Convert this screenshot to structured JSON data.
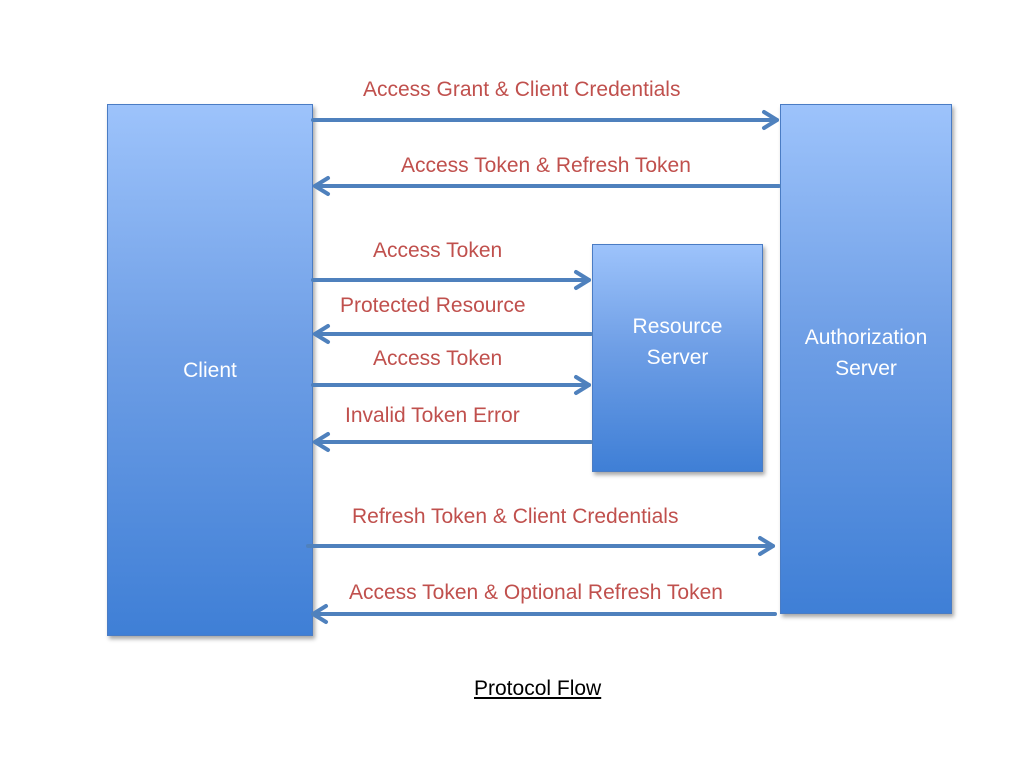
{
  "nodes": {
    "client": "Client",
    "resource_server": {
      "line1": "Resource",
      "line2": "Server"
    },
    "authorization_server": {
      "line1": "Authorization",
      "line2": "Server"
    }
  },
  "messages": [
    "Access Grant & Client Credentials",
    "Access Token & Refresh Token",
    "Access Token",
    "Protected Resource",
    "Access Token",
    "Invalid Token Error",
    "Refresh Token & Client Credentials",
    "Access Token & Optional Refresh Token"
  ],
  "caption": "Protocol Flow",
  "colors": {
    "arrow": "#4f81bd",
    "label": "#c0504d",
    "box": "#4f81bd"
  }
}
